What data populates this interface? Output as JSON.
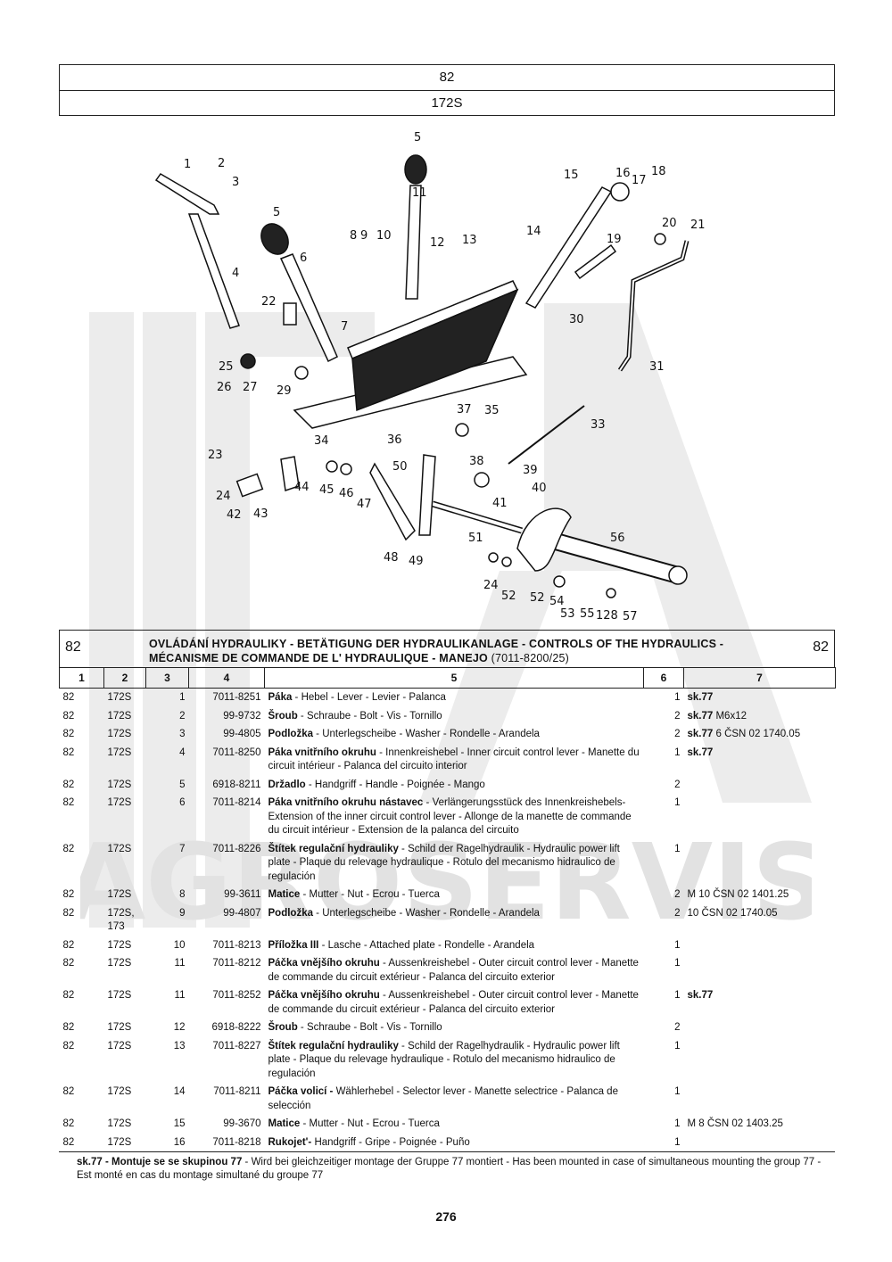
{
  "header": {
    "group": "82",
    "model": "172S"
  },
  "watermark": {
    "text": "AGROSERVIS"
  },
  "diagram": {
    "callouts": [
      "1",
      "2",
      "3",
      "4",
      "5",
      "5",
      "6",
      "7",
      "8",
      "9",
      "10",
      "11",
      "12",
      "13",
      "14",
      "15",
      "16",
      "17",
      "18",
      "19",
      "20",
      "21",
      "22",
      "23",
      "24",
      "24",
      "25",
      "26",
      "27",
      "29",
      "30",
      "31",
      "33",
      "34",
      "35",
      "36",
      "37",
      "38",
      "39",
      "40",
      "41",
      "42",
      "43",
      "44",
      "45",
      "46",
      "47",
      "48",
      "49",
      "50",
      "51",
      "52",
      "52",
      "53",
      "54",
      "55",
      "56",
      "57",
      "128"
    ]
  },
  "section": {
    "num_left": "82",
    "num_right": "82",
    "title": "OVLÁDÁNÍ HYDRAULIKY - BETÄTIGUNG DER HYDRAULIKANLAGE - CONTROLS OF THE HYDRAULICS - MÉCANISME DE COMMANDE DE L' HYDRAULIQUE - MANEJO",
    "model_code": "(7011-8200/25)"
  },
  "table": {
    "headers": [
      "1",
      "2",
      "3",
      "4",
      "5",
      "6",
      "7"
    ],
    "rows": [
      {
        "c1": "82",
        "c2": "172S",
        "c3": "1",
        "c4": "7011-8251",
        "bold": "Páka",
        "desc": " - Hebel - Lever - Levier - Palanca",
        "c6": "1",
        "note_b": "sk.77",
        "note": ""
      },
      {
        "c1": "82",
        "c2": "172S",
        "c3": "2",
        "c4": "99-9732",
        "bold": "Šroub",
        "desc": " - Schraube - Bolt - Vis - Tornillo",
        "c6": "2",
        "note_b": "sk.77",
        "note": " M6x12"
      },
      {
        "c1": "82",
        "c2": "172S",
        "c3": "3",
        "c4": "99-4805",
        "bold": "Podložka",
        "desc": " - Unterlegscheibe - Washer - Rondelle - Arandela",
        "c6": "2",
        "note_b": "sk.77",
        "note": " 6 ČSN 02 1740.05"
      },
      {
        "c1": "82",
        "c2": "172S",
        "c3": "4",
        "c4": "7011-8250",
        "bold": "Páka vnitřního okruhu",
        "desc": " - Innenkreishebel - Inner circuit control lever - Manette du circuit intérieur - Palanca del circuito interior",
        "c6": "1",
        "note_b": "sk.77",
        "note": ""
      },
      {
        "c1": "82",
        "c2": "172S",
        "c3": "5",
        "c4": "6918-8211",
        "bold": "Držadlo",
        "desc": " - Handgriff - Handle - Poignée - Mango",
        "c6": "2",
        "note_b": "",
        "note": ""
      },
      {
        "c1": "82",
        "c2": "172S",
        "c3": "6",
        "c4": "7011-8214",
        "bold": "Páka vnitřního okruhu nástavec",
        "desc": " - Verlängerungsstück des Innenkreishebels- Extension of the inner circuit control lever - Allonge de la manette de commande du circuit intérieur - Extension de la palanca del circuito",
        "c6": "1",
        "note_b": "",
        "note": ""
      },
      {
        "c1": "82",
        "c2": "172S",
        "c3": "7",
        "c4": "7011-8226",
        "bold": "Štítek regulační hydrauliky",
        "desc": " - Schild der Ragelhydraulik - Hydraulic power lift plate - Plaque du relevage hydraulique - Rotulo del mecanismo hidraulico de regulación",
        "c6": "1",
        "note_b": "",
        "note": ""
      },
      {
        "c1": "82",
        "c2": "172S",
        "c3": "8",
        "c4": "99-3611",
        "bold": "Matice",
        "desc": " - Mutter - Nut - Ecrou - Tuerca",
        "c6": "2",
        "note_b": "",
        "note": "M 10 ČSN 02 1401.25"
      },
      {
        "c1": "82",
        "c2": "172S, 173",
        "c3": "9",
        "c4": "99-4807",
        "bold": "Podložka",
        "desc": " - Unterlegscheibe - Washer - Rondelle - Arandela",
        "c6": "2",
        "note_b": "",
        "note": "10 ČSN 02 1740.05"
      },
      {
        "c1": "82",
        "c2": "172S",
        "c3": "10",
        "c4": "7011-8213",
        "bold": "Příložka III",
        "desc": " - Lasche - Attached plate - Rondelle - Arandela",
        "c6": "1",
        "note_b": "",
        "note": ""
      },
      {
        "c1": "82",
        "c2": "172S",
        "c3": "11",
        "c4": "7011-8212",
        "bold": "Páčka vnějšího okruhu",
        "desc": " - Aussenkreishebel - Outer circuit control lever - Manette de commande du circuit extérieur - Palanca del circuito exterior",
        "c6": "1",
        "note_b": "",
        "note": ""
      },
      {
        "c1": "82",
        "c2": "172S",
        "c3": "11",
        "c4": "7011-8252",
        "bold": "Páčka vnějšího okruhu",
        "desc": " - Aussenkreishebel - Outer circuit control lever - Manette de commande du circuit extérieur - Palanca del circuito exterior",
        "c6": "1",
        "note_b": "sk.77",
        "note": ""
      },
      {
        "c1": "82",
        "c2": "172S",
        "c3": "12",
        "c4": "6918-8222",
        "bold": "Šroub",
        "desc": " - Schraube - Bolt - Vis - Tornillo",
        "c6": "2",
        "note_b": "",
        "note": ""
      },
      {
        "c1": "82",
        "c2": "172S",
        "c3": "13",
        "c4": "7011-8227",
        "bold": "Štítek regulační hydrauliky",
        "desc": " - Schild der Ragelhydraulik - Hydraulic power lift plate - Plaque du relevage hydraulique - Rotulo del mecanismo hidraulico de regulación",
        "c6": "1",
        "note_b": "",
        "note": ""
      },
      {
        "c1": "82",
        "c2": "172S",
        "c3": "14",
        "c4": "7011-8211",
        "bold": "Páčka volicí -",
        "desc": " Wählerhebel - Selector lever - Manette selectrice - Palanca de selección",
        "c6": "1",
        "note_b": "",
        "note": ""
      },
      {
        "c1": "82",
        "c2": "172S",
        "c3": "15",
        "c4": "99-3670",
        "bold": "Matice",
        "desc": " - Mutter - Nut - Ecrou - Tuerca",
        "c6": "1",
        "note_b": "",
        "note": "M 8 ČSN 02 1403.25"
      },
      {
        "c1": "82",
        "c2": "172S",
        "c3": "16",
        "c4": "7011-8218",
        "bold": "Rukojet'-",
        "desc": " Handgriff - Gripe - Poignée - Puño",
        "c6": "1",
        "note_b": "",
        "note": ""
      }
    ]
  },
  "footnote": {
    "bold": "sk.77 - Montuje se se skupinou 77",
    "text": " - Wird bei gleichzeitiger montage der Gruppe 77 montiert - Has been mounted in case of simultaneous mounting the group 77 - Est monté en cas du montage simultané du groupe 77"
  },
  "page_number": "276"
}
